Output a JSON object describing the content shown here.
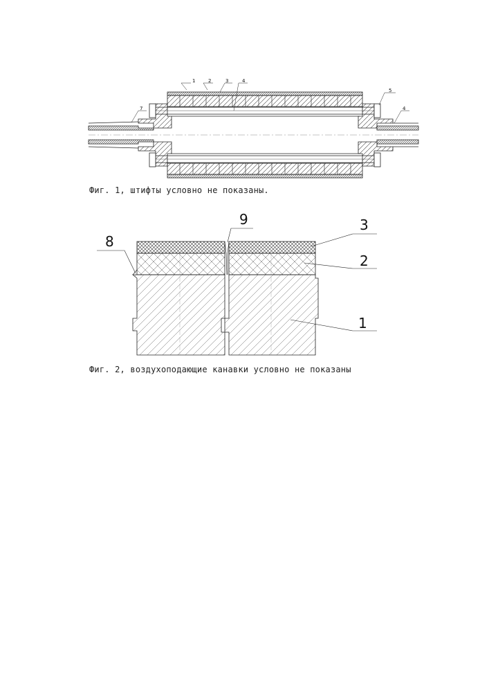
{
  "figure1": {
    "caption": "Фиг. 1, штифты условно не показаны.",
    "labels": [
      "1",
      "2",
      "3",
      "4",
      "5",
      "4",
      "7"
    ]
  },
  "figure2": {
    "caption": "Фиг. 2, воздухоподающие канавки условно не показаны",
    "labels": [
      "8",
      "9",
      "3",
      "2",
      "1"
    ]
  },
  "colors": {
    "line": "#222222",
    "bg": "#ffffff"
  }
}
